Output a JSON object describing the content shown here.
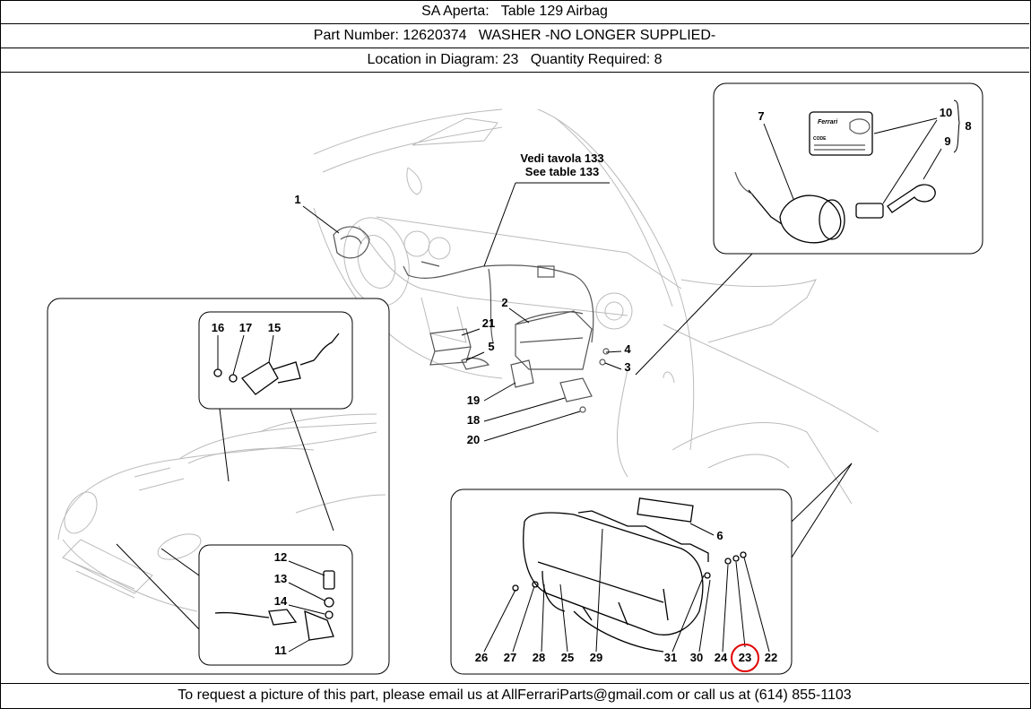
{
  "header": {
    "line1": "SA Aperta:   Table 129 Airbag",
    "line2": "Part Number: 12620374   WASHER -NO LONGER SUPPLIED-",
    "line3": "Location in Diagram: 23   Quantity Required: 8"
  },
  "diagram": {
    "see_table_it": "Vedi tavola 133",
    "see_table_en": "See table 133",
    "brand_logo_text": "Ferrari",
    "code_label": "CODE",
    "callouts": {
      "c1": "1",
      "c2": "2",
      "c3": "3",
      "c4": "4",
      "c5": "5",
      "c6": "6",
      "c7": "7",
      "c8": "8",
      "c9": "9",
      "c10": "10",
      "c11": "11",
      "c12": "12",
      "c13": "13",
      "c14": "14",
      "c15": "15",
      "c16": "16",
      "c17": "17",
      "c18": "18",
      "c19": "19",
      "c20": "20",
      "c21": "21",
      "c22": "22",
      "c23": "23",
      "c24": "24",
      "c25": "25",
      "c26": "26",
      "c27": "27",
      "c28": "28",
      "c29": "29",
      "c30": "30",
      "c31": "31"
    },
    "highlight_color": "#e00000"
  },
  "footer": {
    "text": "To request a picture of this part, please email us at AllFerrariParts@gmail.com or call us at (614) 855-1103"
  }
}
